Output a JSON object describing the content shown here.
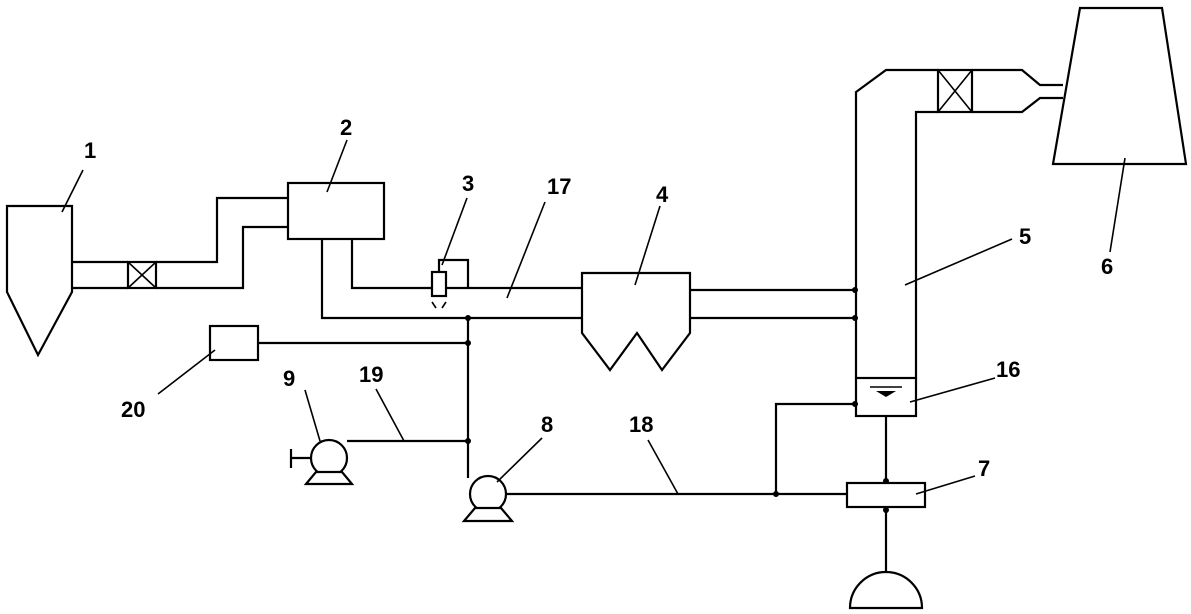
{
  "labels": {
    "l1": "1",
    "l2": "2",
    "l3": "3",
    "l4": "4",
    "l5": "5",
    "l6": "6",
    "l7": "7",
    "l8": "8",
    "l9": "9",
    "l16": "16",
    "l17": "17",
    "l18": "18",
    "l19": "19",
    "l20": "20"
  }
}
